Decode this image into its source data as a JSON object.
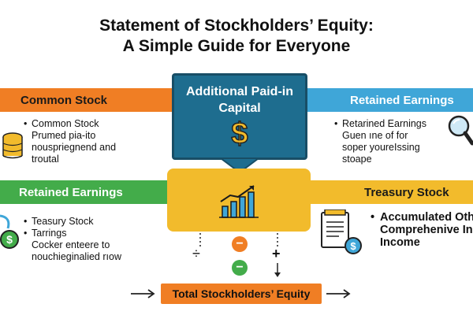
{
  "title": {
    "line1": "Statement of Stockholders’ Equity:",
    "line2": "A Simple Guide for Everyone"
  },
  "bands": {
    "common_stock": "Common Stock",
    "retained_earnings_right": "Retained Earnings",
    "retained_earnings_left": "Retained Earnings",
    "treasury_stock": "Treasury Stock"
  },
  "center": {
    "label": "Additional Paid-in Capital",
    "symbol": "$"
  },
  "text_blocks": {
    "common_stock": [
      "Common Stock",
      "Prumed pia-ito",
      "nouspriegnend and",
      "troutal"
    ],
    "retained_earnings": [
      "Retarined Earnings",
      "Guen ıne of for",
      "soper youreIssing",
      "stoape"
    ],
    "treasury_stock": [
      "Teasury Stock",
      "Tarrings",
      "Cocker enteere to",
      "nouchieginalied rıow"
    ],
    "aoci": [
      "Accumulated Oth",
      "Comprehenive In",
      "Income"
    ]
  },
  "operators": {
    "left": "÷",
    "right": "+",
    "minus1": "−",
    "minus2": "−"
  },
  "total": {
    "label": "Total Stockholders’ Equity"
  },
  "colors": {
    "orange": "#f07e24",
    "blue": "#3fa6d8",
    "green": "#43ac4a",
    "gold": "#f2bb2c",
    "teal": "#1e6d8f"
  },
  "icons": [
    "coins-icon",
    "magnifier-icon",
    "dollar-coin-icon",
    "bar-chart-icon",
    "document-icon"
  ]
}
